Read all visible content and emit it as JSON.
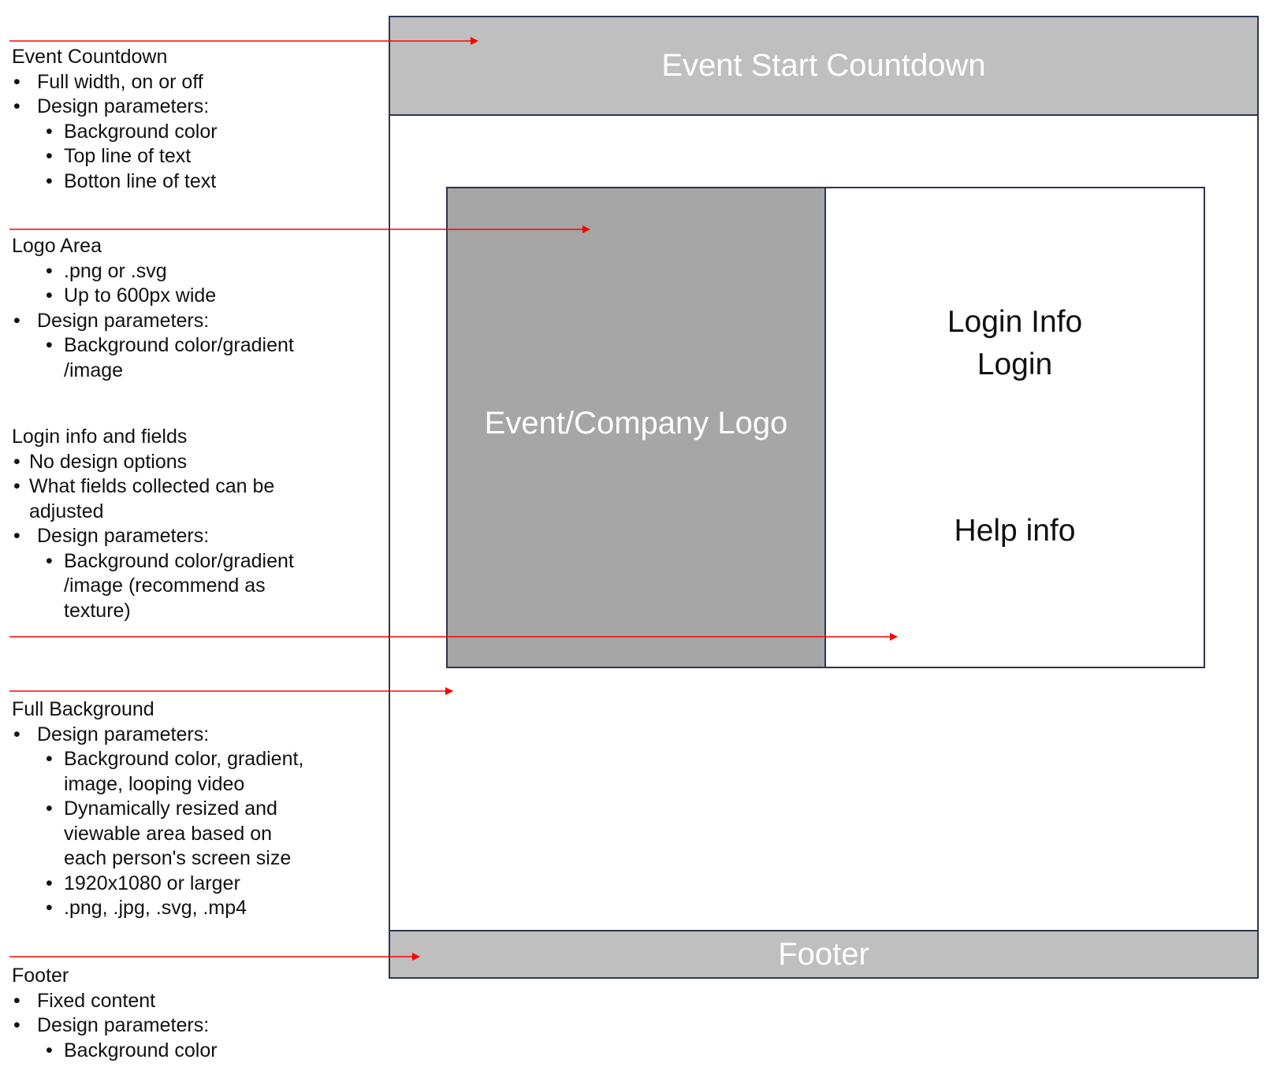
{
  "annotations": {
    "countdown": {
      "heading": "Event Countdown",
      "items": [
        {
          "level": 1,
          "lines": [
            "Full width, on or off"
          ]
        },
        {
          "level": 1,
          "lines": [
            "Design parameters:"
          ]
        },
        {
          "level": 2,
          "lines": [
            "Background color"
          ]
        },
        {
          "level": 2,
          "lines": [
            "Top line of text"
          ]
        },
        {
          "level": 2,
          "lines": [
            "Botton line of text"
          ]
        }
      ]
    },
    "logo": {
      "heading": "Logo Area",
      "items": [
        {
          "level": 2,
          "lines": [
            ".png or .svg"
          ]
        },
        {
          "level": 2,
          "lines": [
            "Up to 600px wide"
          ]
        },
        {
          "level": 1,
          "lines": [
            "Design parameters:"
          ]
        },
        {
          "level": 2,
          "lines": [
            "Background color/gradient",
            "/image"
          ]
        }
      ]
    },
    "login": {
      "heading": "Login info and fields",
      "items": [
        {
          "level": 1,
          "tight": true,
          "lines": [
            "No design options"
          ]
        },
        {
          "level": 1,
          "tight": true,
          "lines": [
            "What fields collected can be",
            "adjusted"
          ]
        },
        {
          "level": 1,
          "lines": [
            "Design parameters:"
          ]
        },
        {
          "level": 2,
          "lines": [
            "Background color/gradient",
            "/image (recommend as",
            "texture)"
          ]
        }
      ]
    },
    "background": {
      "heading": "Full Background",
      "items": [
        {
          "level": 1,
          "lines": [
            "Design parameters:"
          ]
        },
        {
          "level": 2,
          "lines": [
            "Background color, gradient,",
            "image, looping video"
          ]
        },
        {
          "level": 2,
          "lines": [
            "Dynamically resized and",
            "viewable area based on",
            "each person's screen size"
          ]
        },
        {
          "level": 2,
          "lines": [
            "1920x1080 or larger"
          ]
        },
        {
          "level": 2,
          "lines": [
            ".png, .jpg, .svg, .mp4"
          ]
        }
      ]
    },
    "footer": {
      "heading": "Footer",
      "items": [
        {
          "level": 1,
          "lines": [
            "Fixed content"
          ]
        },
        {
          "level": 1,
          "lines": [
            "Design parameters:"
          ]
        },
        {
          "level": 2,
          "lines": [
            "Background color"
          ]
        }
      ]
    }
  },
  "mockup": {
    "countdown_text": "Event Start Countdown",
    "logo_text": "Event/Company Logo",
    "login_title": "Login Info",
    "login_label": "Login",
    "help_text": "Help info",
    "footer_text": "Footer"
  },
  "colors": {
    "arrow": "#ff0000",
    "border": "#2b3650",
    "bar_fill": "#bfbfbf",
    "logo_fill": "#a6a6a6"
  }
}
